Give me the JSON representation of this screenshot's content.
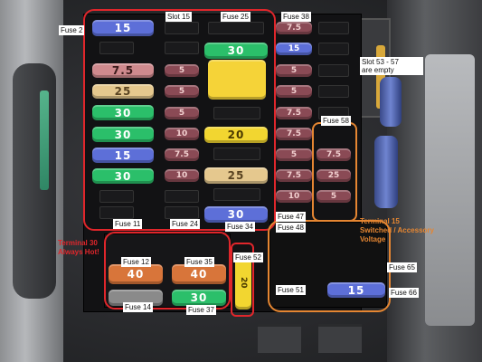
{
  "fuses": {
    "f2": "15",
    "f_top_yellow": "30",
    "r1": "7.5",
    "r1b": "5",
    "r2": "25",
    "r2b": "5",
    "r3": "30",
    "r3b": "5",
    "r4": "30",
    "r4b": "10",
    "r5": "15",
    "r5b": "7.5",
    "r6": "30",
    "r6b": "10",
    "c_y20": "20",
    "c_tan25": "25",
    "c_blue30": "30",
    "s38a": "7.5",
    "s38b": "15",
    "s38c": "5",
    "s38d": "5",
    "s38e": "7.5",
    "s38f": "7.5",
    "s38g": "5",
    "s38h": "7.5",
    "s38i": "10",
    "s58a": "7.5",
    "s58b": "25",
    "s58c": "5",
    "f12": "40",
    "f35": "40",
    "f37": "30",
    "f52": "20",
    "f66": "15"
  },
  "labels": {
    "fuse2": "Fuse 2",
    "slot15": "Slot 15",
    "fuse25": "Fuse 25",
    "fuse38": "Fuse 38",
    "slot53": "Slot 53 - 57\nare empty",
    "fuse58": "Fuse 58",
    "fuse11": "Fuse 11",
    "fuse24": "Fuse 24",
    "fuse34": "Fuse 34",
    "fuse47": "Fuse 47",
    "fuse48": "Fuse 48",
    "fuse12": "Fuse 12",
    "fuse35": "Fuse 35",
    "fuse52": "Fuse 52",
    "fuse65": "Fuse 65",
    "fuse51": "Fuse 51",
    "fuse66": "Fuse 66",
    "fuse14": "Fuse 14",
    "fuse37": "Fuse 37",
    "terminal30": "Terminal 30\nAlways Hot!",
    "terminal15": "Terminal 15\nSwitched / Accessory\nVoltage"
  },
  "colors": {
    "annotation_red": "#e0262b",
    "annotation_orange": "#e58632"
  }
}
